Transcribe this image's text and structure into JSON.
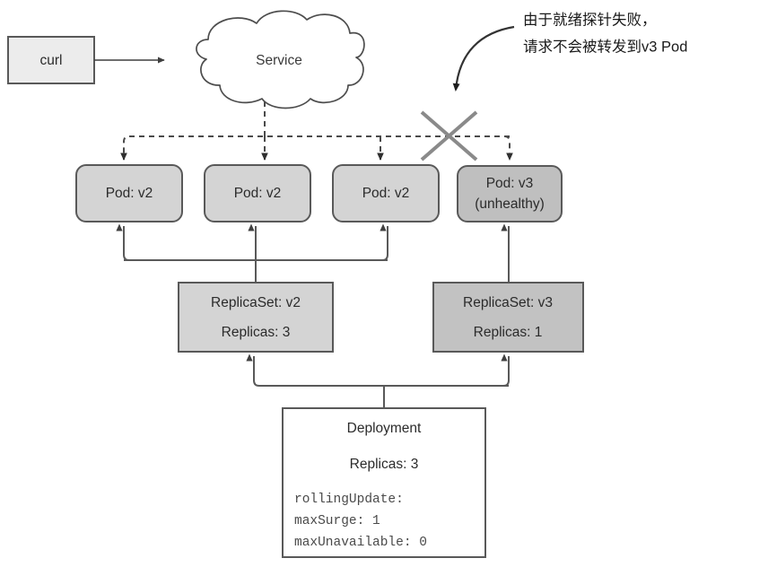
{
  "diagram": {
    "title": "Kubernetes rolling update with failing readiness probe",
    "colors": {
      "pod_healthy_fill": "#d4d4d4",
      "pod_unhealthy_fill": "#bfbfbf",
      "replicaset_v2_fill": "#d4d4d4",
      "replicaset_v3_fill": "#c2c2c2",
      "deployment_fill": "#ffffff",
      "client_fill": "#ececec",
      "stroke": "#595959",
      "cross_mark": "#8a8a8a"
    },
    "client": {
      "label": "curl"
    },
    "service": {
      "label": "Service"
    },
    "annotation": {
      "line1": "由于就绪探针失败，",
      "line2": "请求不会被转发到v3 Pod"
    },
    "pods": [
      {
        "label": "Pod: v2",
        "sublabel": "",
        "state": "healthy"
      },
      {
        "label": "Pod: v2",
        "sublabel": "",
        "state": "healthy"
      },
      {
        "label": "Pod: v2",
        "sublabel": "",
        "state": "healthy"
      },
      {
        "label": "Pod: v3",
        "sublabel": "(unhealthy)",
        "state": "unhealthy"
      }
    ],
    "replicasets": [
      {
        "label": "ReplicaSet: v2",
        "replicas": "Replicas: 3",
        "state": "healthy"
      },
      {
        "label": "ReplicaSet: v3",
        "replicas": "Replicas: 1",
        "state": "unhealthy"
      }
    ],
    "deployment": {
      "title": "Deployment",
      "replicas": "Replicas: 3",
      "config": [
        "rollingUpdate:",
        " maxSurge: 1",
        " maxUnavailable: 0"
      ]
    }
  }
}
